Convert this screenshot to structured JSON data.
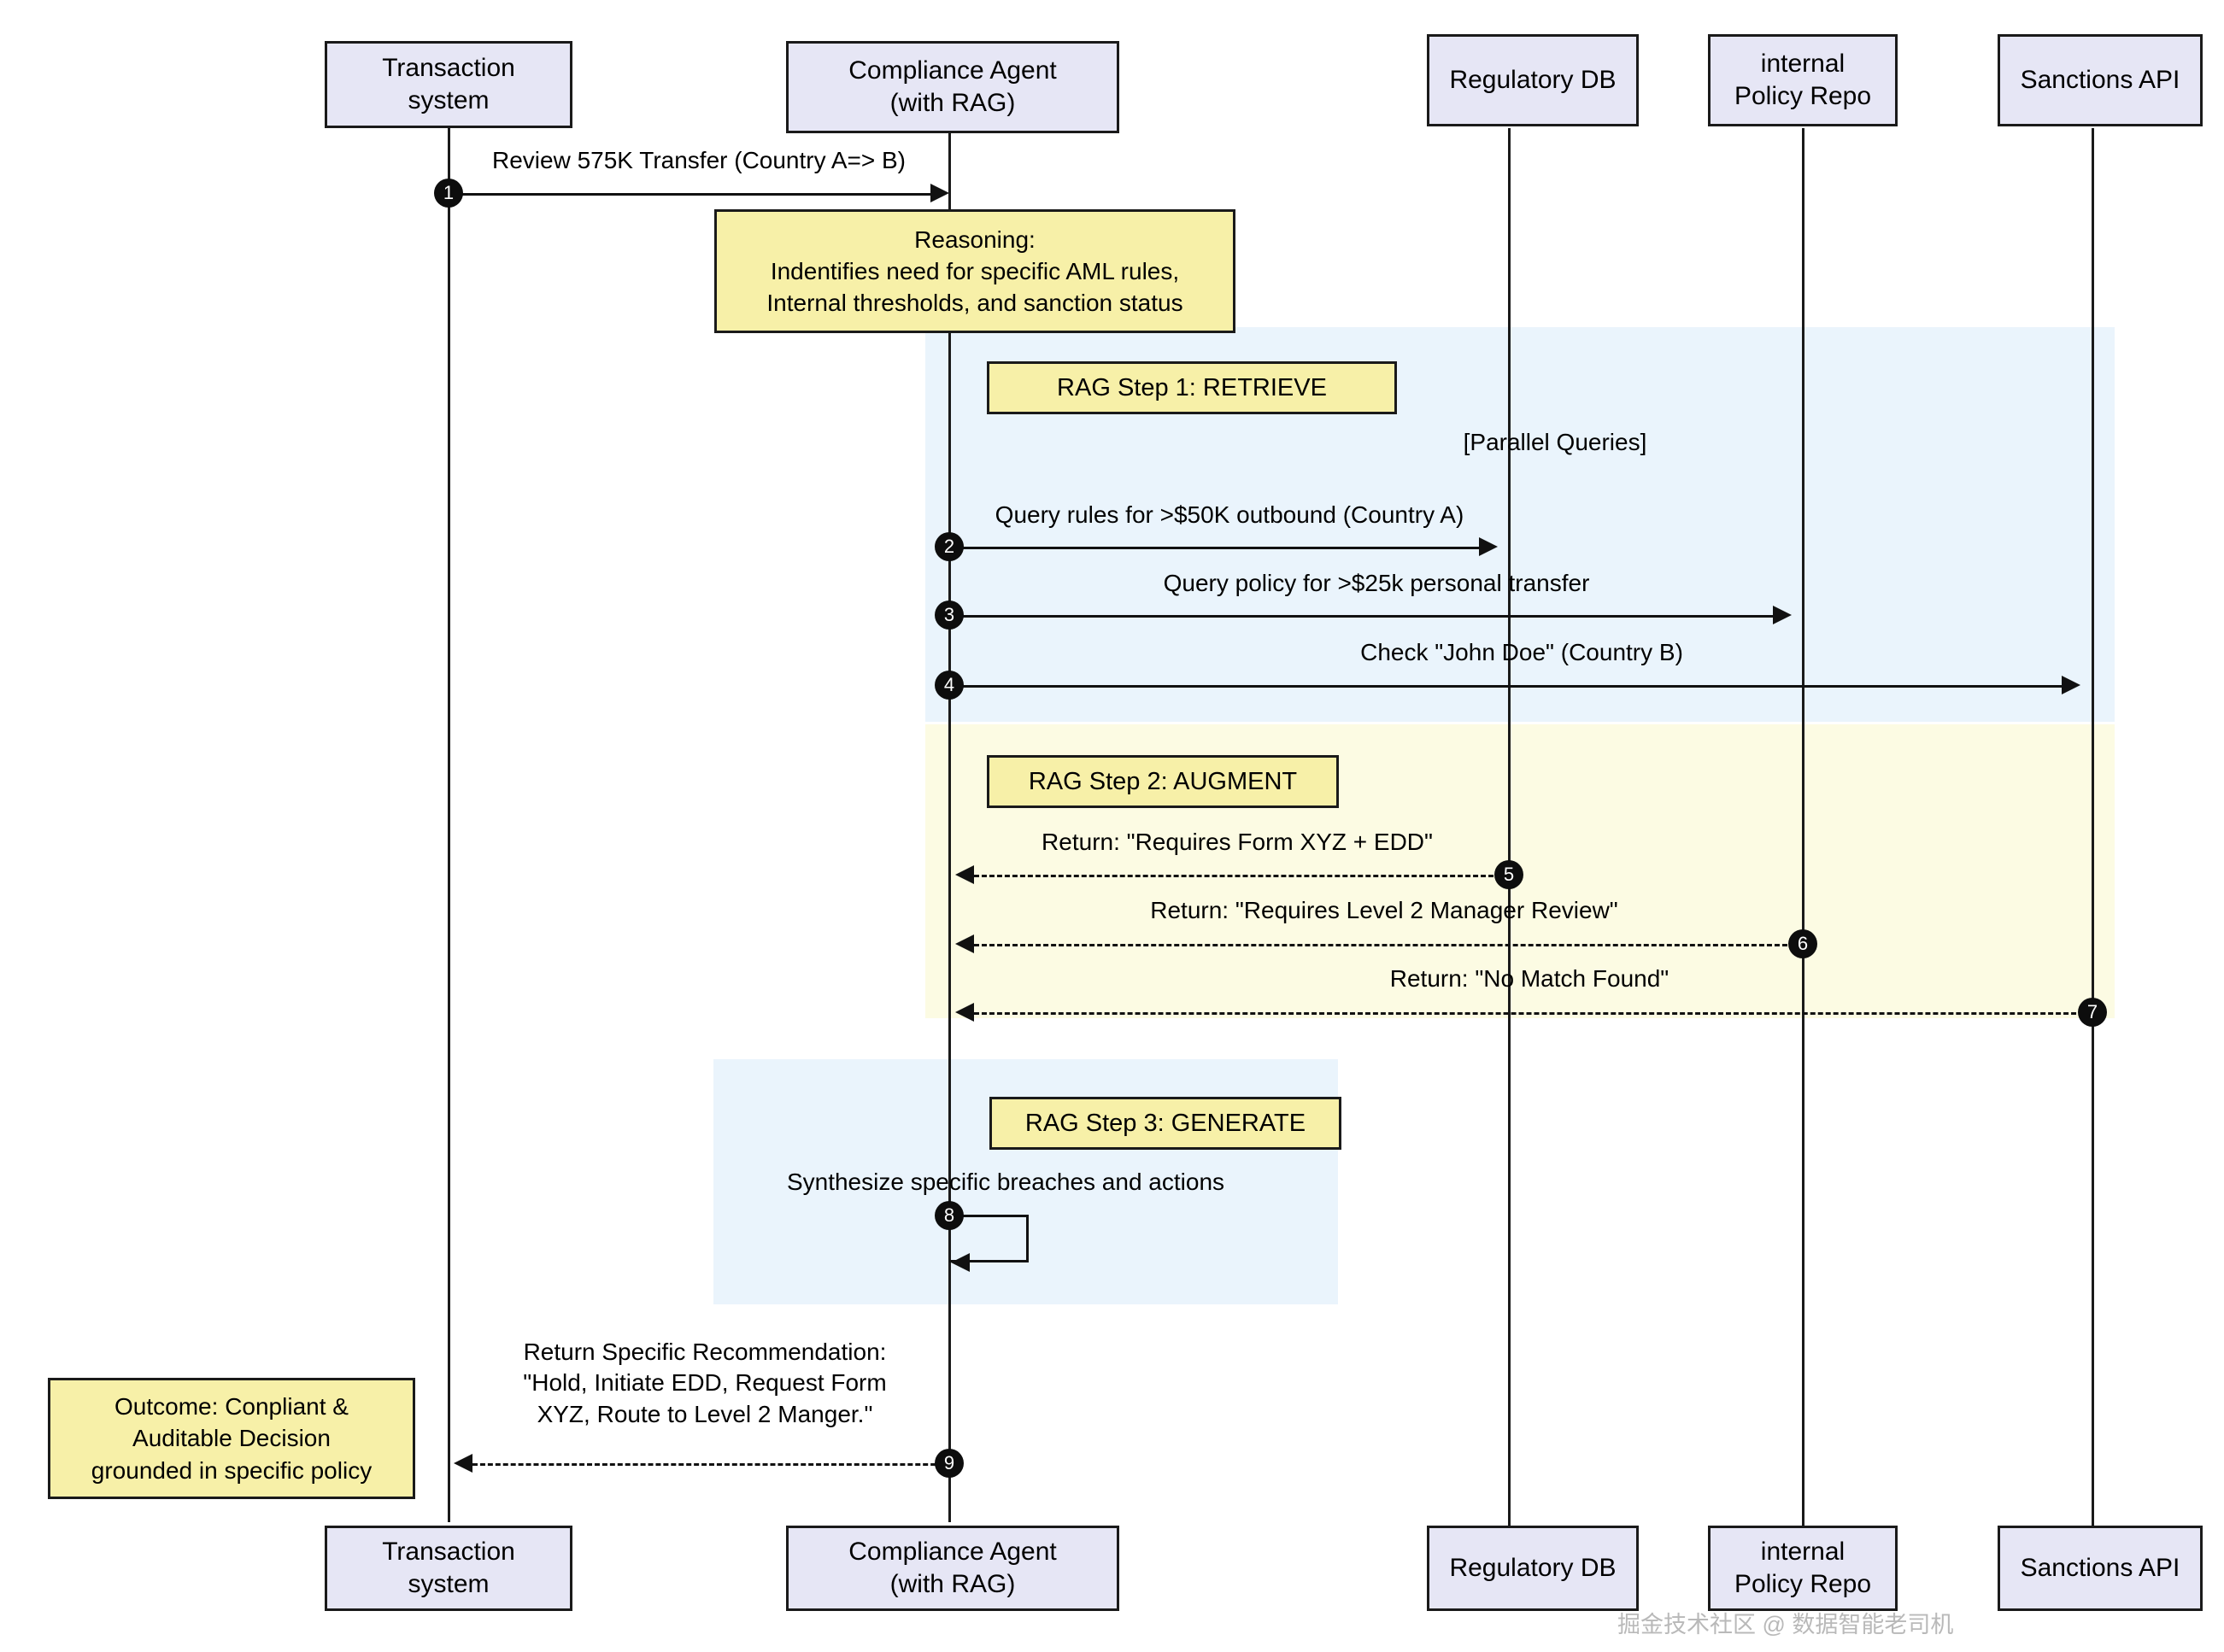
{
  "diagram": {
    "type": "sequence-diagram",
    "title": "Compliance Agent RAG sequence",
    "colors": {
      "participant_fill": "#e6e6f5",
      "note_fill": "#f7f0a8",
      "region_blue": "#eaf4fc",
      "region_cream": "#fcfbe3",
      "stroke": "#1a1a1a",
      "badge": "#0d0d0d"
    }
  },
  "participants": [
    {
      "id": "txn",
      "line1": "Transaction",
      "line2": "system"
    },
    {
      "id": "agent",
      "line1": "Compliance Agent",
      "line2": "(with RAG)"
    },
    {
      "id": "regdb",
      "line1": "Regulatory DB",
      "line2": ""
    },
    {
      "id": "policy",
      "line1": "internal",
      "line2": "Policy Repo"
    },
    {
      "id": "sanc",
      "line1": "Sanctions API",
      "line2": ""
    }
  ],
  "notes": {
    "reasoning": {
      "line1": "Reasoning:",
      "line2": "Indentifies need for specific AML rules,",
      "line3": "Internal thresholds, and sanction status"
    },
    "outcome": {
      "line1": "Outcome: Conpliant &",
      "line2": "Auditable Decision",
      "line3": "grounded in specific policy"
    }
  },
  "regions": [
    {
      "id": "retrieve",
      "label": "RAG Step 1: RETRIEVE",
      "tint": "blue",
      "caption": "[Parallel Queries]"
    },
    {
      "id": "augment",
      "label": "RAG Step 2: AUGMENT",
      "tint": "cream",
      "caption": ""
    },
    {
      "id": "generate",
      "label": "RAG Step 3: GENERATE",
      "tint": "blue",
      "caption": ""
    }
  ],
  "messages": [
    {
      "num": "1",
      "from": "txn",
      "to": "agent",
      "style": "solid",
      "label": "Review 575K Transfer (Country A=> B)"
    },
    {
      "num": "2",
      "from": "agent",
      "to": "regdb",
      "style": "solid",
      "label": "Query rules for >$50K outbound (Country A)"
    },
    {
      "num": "3",
      "from": "agent",
      "to": "policy",
      "style": "solid",
      "label": "Query policy for >$25k personal transfer"
    },
    {
      "num": "4",
      "from": "agent",
      "to": "sanc",
      "style": "solid",
      "label": "Check \"John Doe\" (Country B)"
    },
    {
      "num": "5",
      "from": "regdb",
      "to": "agent",
      "style": "dashed",
      "label": "Return: \"Requires Form XYZ + EDD\""
    },
    {
      "num": "6",
      "from": "policy",
      "to": "agent",
      "style": "dashed",
      "label": "Return: \"Requires Level 2 Manager Review\""
    },
    {
      "num": "7",
      "from": "sanc",
      "to": "agent",
      "style": "dashed",
      "label": "Return: \"No Match Found\""
    },
    {
      "num": "8",
      "from": "agent",
      "to": "agent",
      "style": "self",
      "label": "Synthesize specific breaches and actions"
    },
    {
      "num": "9",
      "from": "agent",
      "to": "txn",
      "style": "dashed",
      "label_line1": "Return Specific Recommendation:",
      "label_line2": "\"Hold, Initiate EDD, Request Form",
      "label_line3": "XYZ, Route to Level 2 Manger.\""
    }
  ],
  "watermark": {
    "text": "掘金技术社区 @ 数据智能老司机"
  }
}
